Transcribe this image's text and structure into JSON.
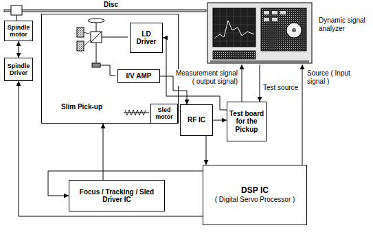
{
  "diagram": {
    "nodes": [
      {
        "text": [
          "Spindle motor"
        ]
      },
      {
        "text": [
          "Spindle Driver"
        ]
      },
      {
        "text": [
          "Slim Pick-up"
        ]
      },
      {
        "text": [
          "LD Driver"
        ],
        "in": 2
      },
      {
        "text": [
          "I/V AMP"
        ],
        "in": 2
      },
      {
        "text": [
          "Sled motor"
        ],
        "in": 2
      },
      {
        "text": [
          "RF IC"
        ]
      },
      {
        "text": [
          "Test board for the Pickup"
        ]
      },
      {
        "text": [
          "Dynamic signal analyzer"
        ]
      },
      {
        "text": [
          "Focus / Tracking / Sled Driver IC"
        ]
      },
      {
        "text": [
          "DSP IC",
          "( Digital Servo Processor )"
        ]
      }
    ],
    "edges": [
      {
        "from": 0,
        "to": 1,
        "arrow": "both"
      },
      {
        "from": 10,
        "to": 1,
        "arrow": "to"
      },
      {
        "from": 7,
        "to": 3,
        "arrow": "to"
      },
      {
        "from": 4,
        "to": 6,
        "arrow": "to"
      },
      {
        "from": 6,
        "to": 7,
        "arrow": "to"
      },
      {
        "from": 7,
        "to": 8,
        "label": "Measurement signal ( output signal)",
        "arrow": "to"
      },
      {
        "from": 8,
        "to": 7,
        "label": "Test source",
        "arrow": "to"
      },
      {
        "from": 10,
        "to": 8,
        "label": "Source ( Input signal )",
        "arrow": "to"
      },
      {
        "from": 9,
        "to": 2,
        "arrow": "to"
      },
      {
        "from": 10,
        "to": 9,
        "arrow": "to"
      },
      {
        "from": 6,
        "to": 10,
        "arrow": "to"
      }
    ],
    "labels": [
      "Disc"
    ]
  }
}
